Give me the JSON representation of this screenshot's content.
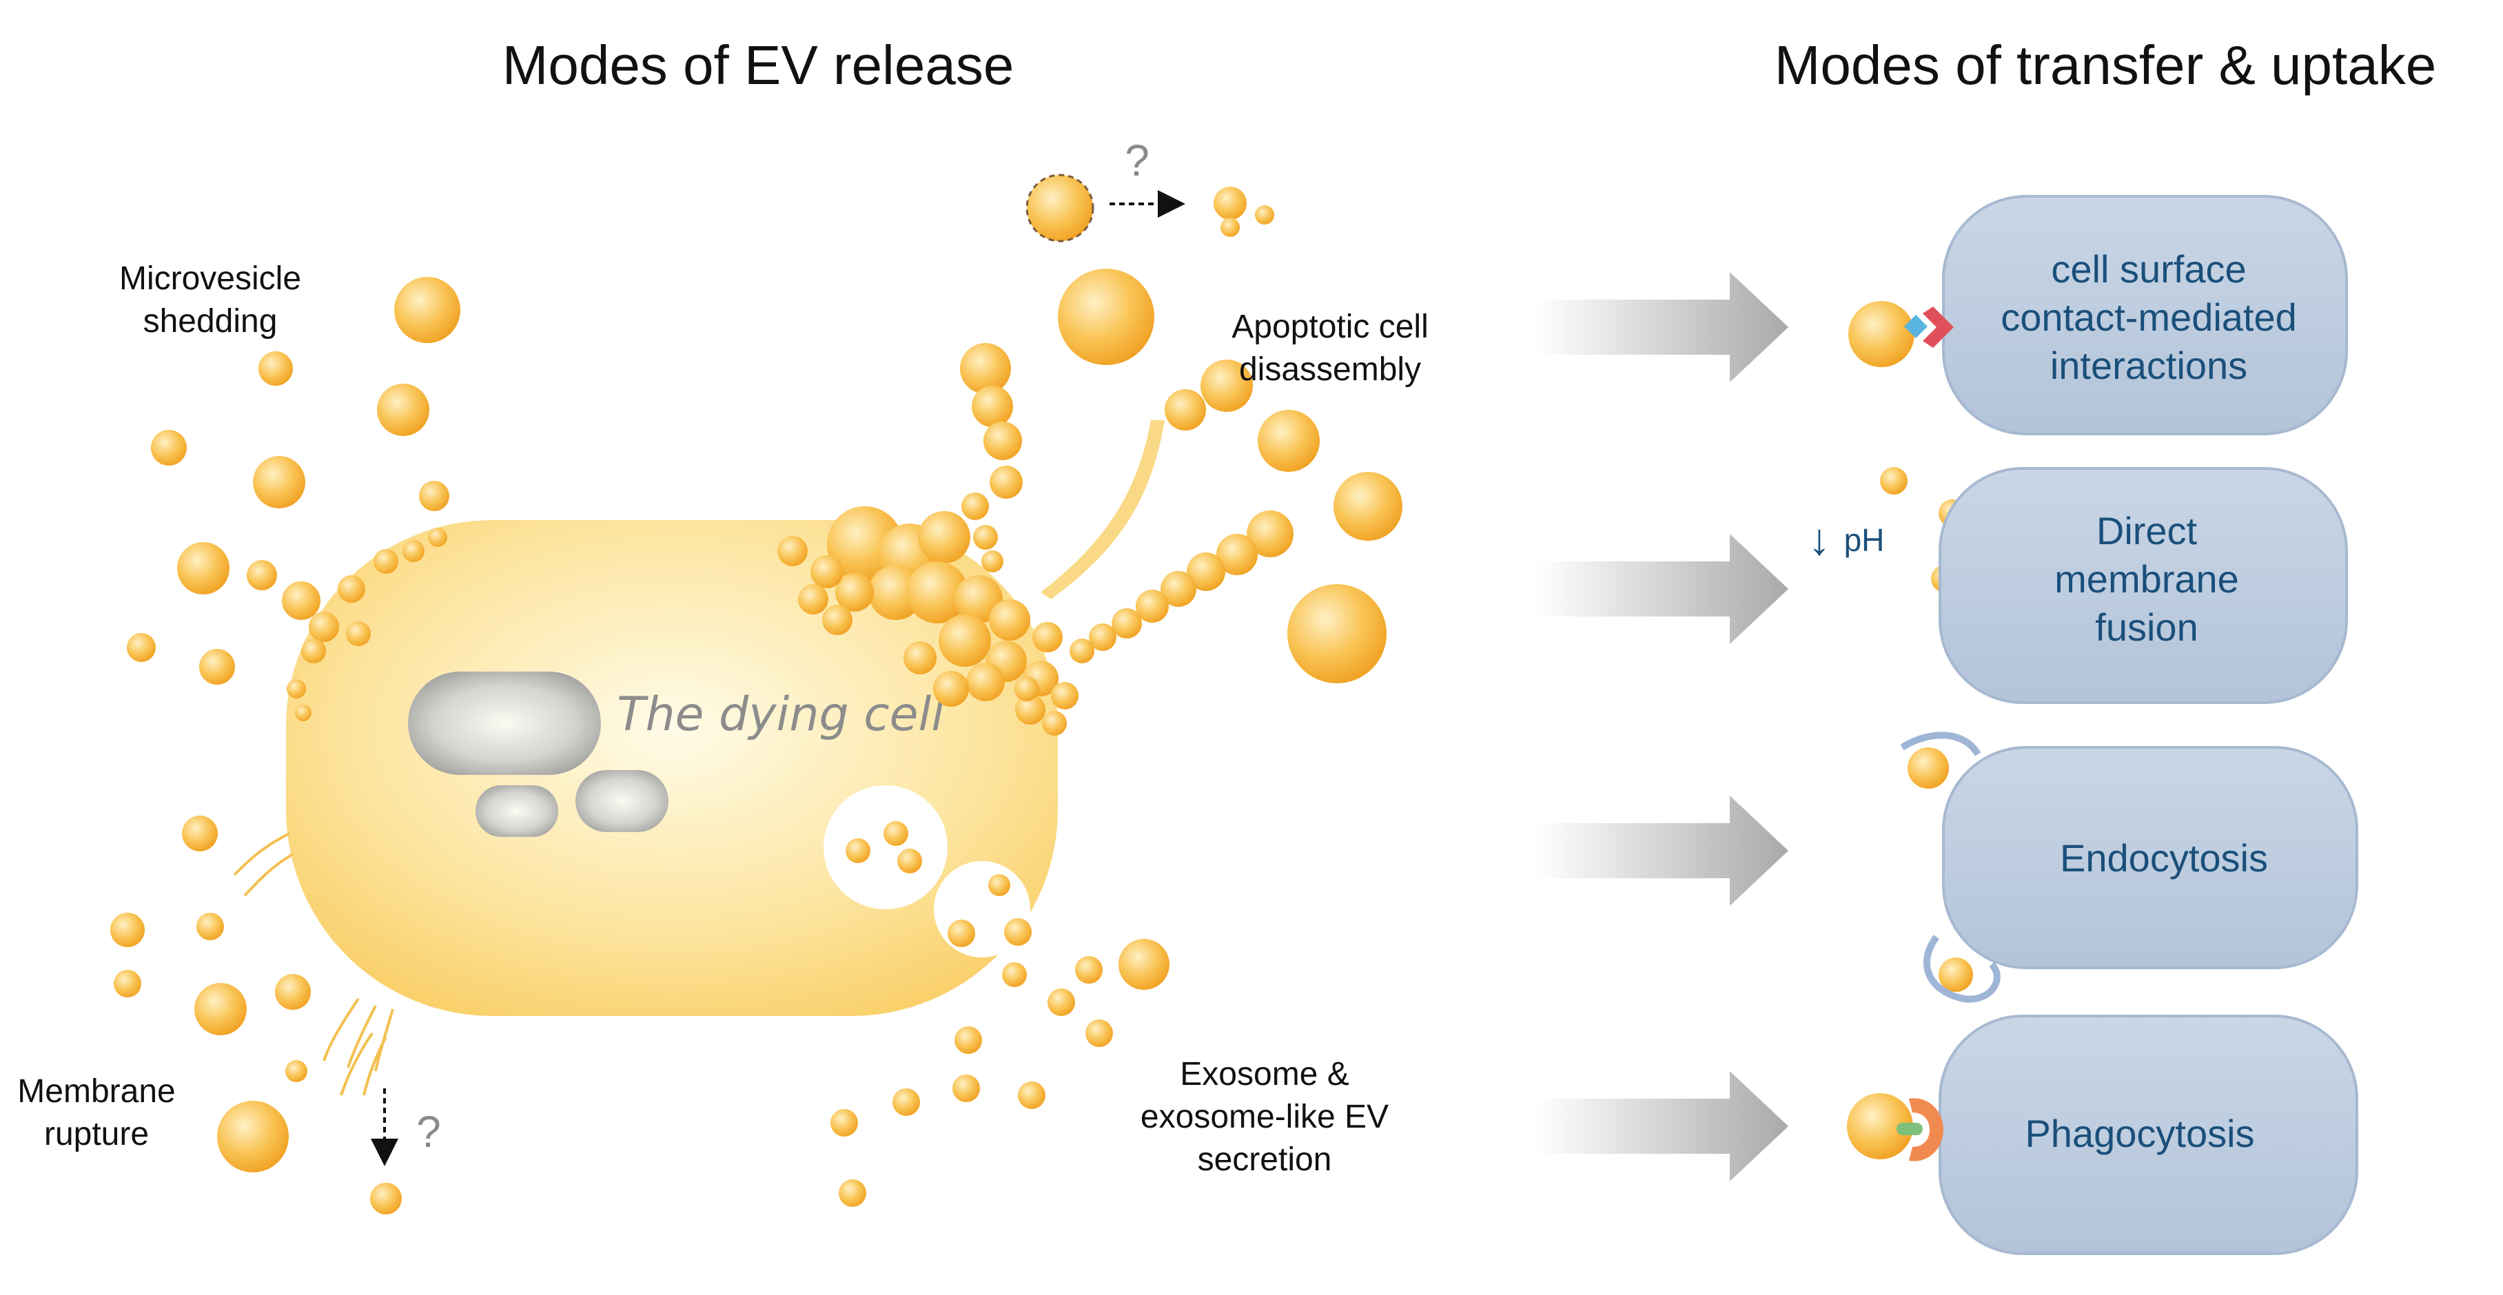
{
  "headings": {
    "release": "Modes of EV release",
    "uptake": "Modes of transfer & uptake"
  },
  "release_labels": {
    "microvesicle": [
      "Microvesicle",
      "shedding"
    ],
    "apoptotic": [
      "Apoptotic cell",
      "disassembly"
    ],
    "membrane_rupture": [
      "Membrane",
      "rupture"
    ],
    "exosome": [
      "Exosome &",
      "exosome-like EV",
      "secretion"
    ]
  },
  "cell_label": "The dying cell",
  "question_mark": "?",
  "ph_label": "pH",
  "ph_arrow": "↓",
  "uptake_modes": [
    {
      "lines": [
        "cell surface",
        "contact-mediated",
        "interactions"
      ]
    },
    {
      "lines": [
        "Direct",
        "membrane",
        "fusion"
      ]
    },
    {
      "lines": [
        "Endocytosis"
      ]
    },
    {
      "lines": [
        "Phagocytosis"
      ]
    }
  ],
  "colors": {
    "vesicle": "#f5a623",
    "cell": "#fbd77a",
    "box": "#b9c9dc",
    "box_text": "#1a4f7a",
    "arrow": "#b5b5b5"
  }
}
